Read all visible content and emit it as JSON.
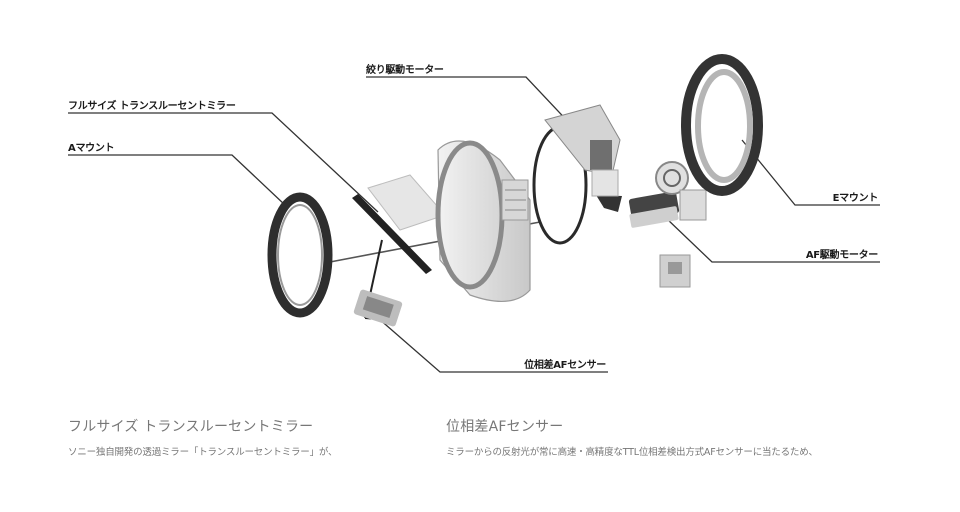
{
  "diagram": {
    "labels": {
      "fullsize_mirror": "フルサイズ トランスルーセントミラー",
      "a_mount": "Aマウント",
      "aperture_motor": "絞り駆動モーター",
      "e_mount": "Eマウント",
      "af_motor": "AF駆動モーター",
      "phase_af_sensor": "位相差AFセンサー"
    },
    "components": [
      "a-mount-ring",
      "translucent-mirror",
      "phase-af-sensor",
      "mirror-box-frame",
      "aperture-drive-unit",
      "af-drive-motor",
      "e-mount-ring"
    ],
    "colors": {
      "line": "#333333",
      "metal_dark": "#3a3a3a",
      "metal_light": "#cfcfcf"
    }
  },
  "captions": [
    {
      "title": "フルサイズ トランスルーセントミラー",
      "body": "ソニー独自開発の透過ミラー「トランスルーセントミラー」が、"
    },
    {
      "title": "位相差AFセンサー",
      "body": "ミラーからの反射光が常に高速・高精度なTTL位相差検出方式AFセンサーに当たるため、"
    }
  ]
}
